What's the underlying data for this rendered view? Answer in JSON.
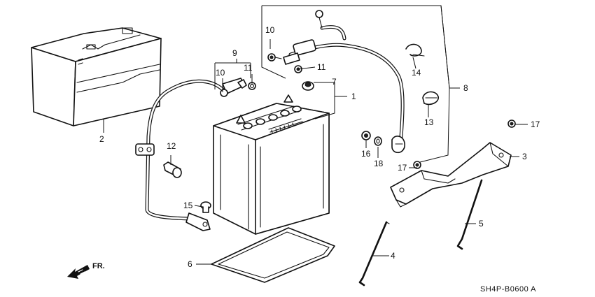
{
  "diagram_code": "SH4P-B0600 A",
  "direction_label": "FR.",
  "callouts": {
    "c1": "1",
    "c2": "2",
    "c3": "3",
    "c4": "4",
    "c5": "5",
    "c6": "6",
    "c7": "7",
    "c8": "8",
    "c9": "9",
    "c10a": "10",
    "c10b": "10",
    "c11a": "11",
    "c11b": "11",
    "c12": "12",
    "c13": "13",
    "c14": "14",
    "c15": "15",
    "c16": "16",
    "c17a": "17",
    "c17b": "17",
    "c18": "18"
  }
}
